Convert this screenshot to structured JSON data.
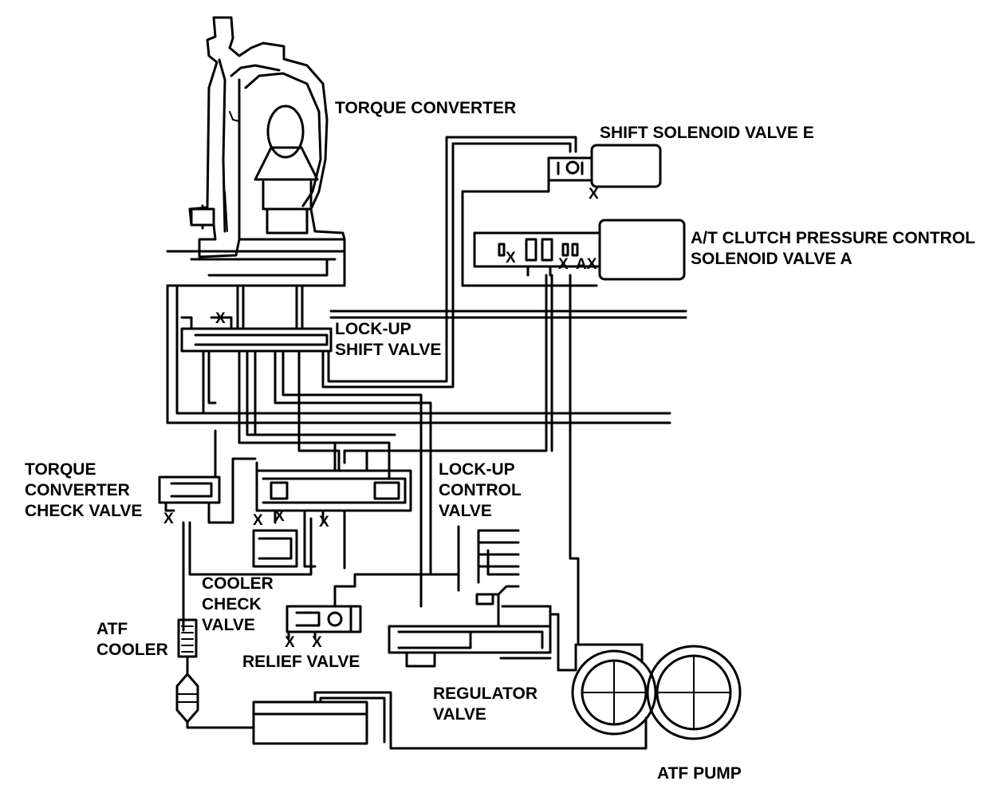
{
  "labels": {
    "torque_converter": "TORQUE CONVERTER",
    "shift_solenoid_valve_e": "SHIFT SOLENOID VALVE E",
    "clutch_pressure_solenoid": "A/T CLUTCH PRESSURE CONTROL\nSOLENOID VALVE A",
    "lockup_shift_valve": "LOCK-UP\nSHIFT VALVE",
    "tc_check_valve": "TORQUE\nCONVERTER\nCHECK VALVE",
    "lockup_control_valve": "LOCK-UP\nCONTROL\nVALVE",
    "cooler_check_valve": "COOLER\nCHECK\nVALVE",
    "atf_cooler": "ATF\nCOOLER",
    "relief_valve": "RELIEF VALVE",
    "regulator_valve": "REGULATOR\nVALVE",
    "atf_pump": "ATF PUMP"
  },
  "exhaust_mark": "X",
  "solenoid_ports": {
    "left": "X",
    "right": "X",
    "ax": "AX"
  },
  "colors": {
    "line": "#000000",
    "background": "#ffffff"
  }
}
